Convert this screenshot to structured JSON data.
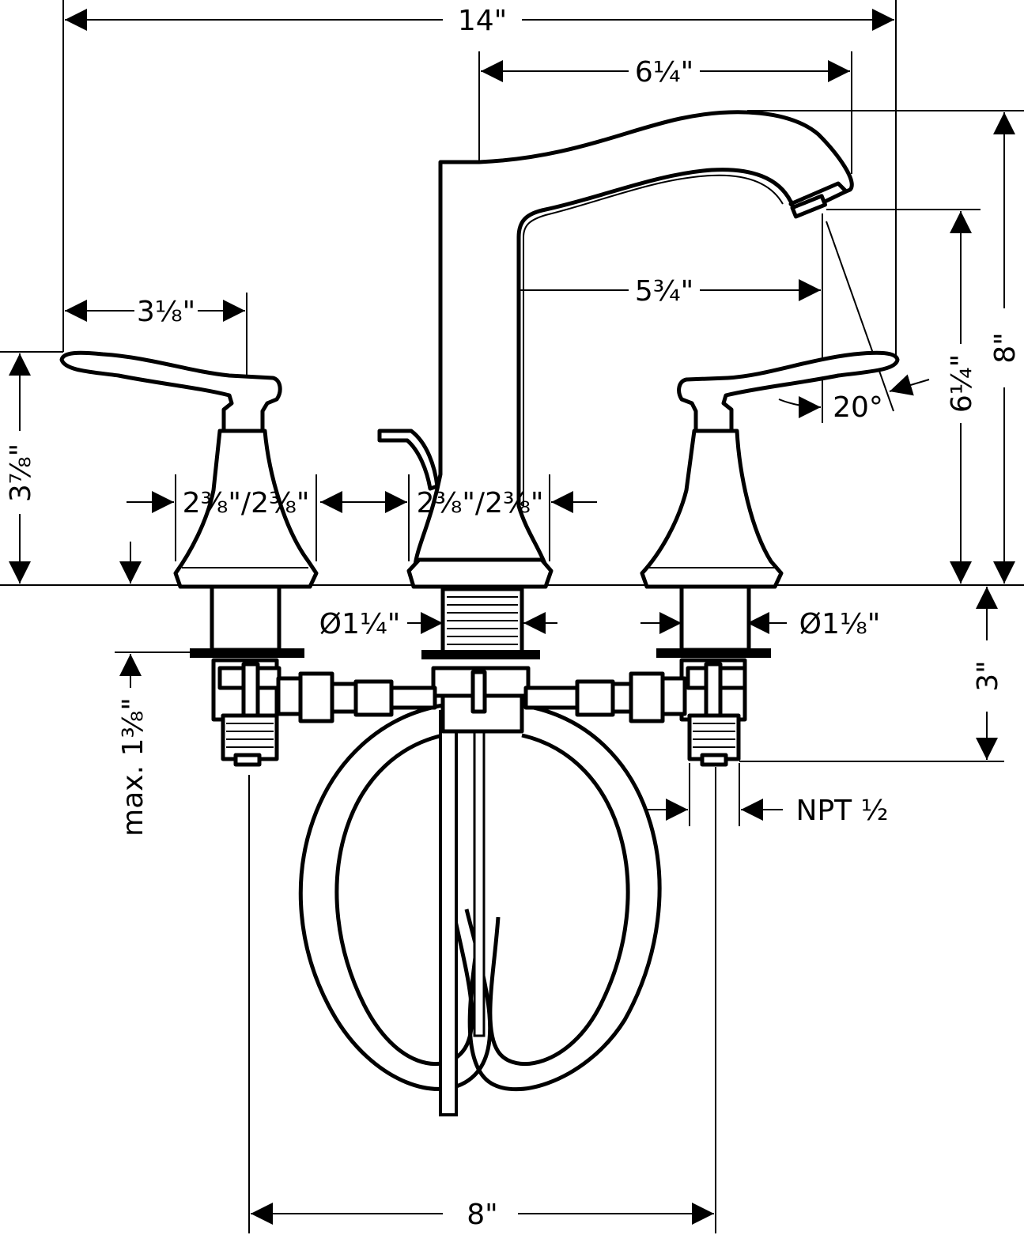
{
  "dimensions": {
    "overall_width": "14\"",
    "spout_reach": "6¼\"",
    "spout_center": "5¾\"",
    "handle_reach": "3⅛\"",
    "handle_height": "3⅞\"",
    "spout_height": "8\"",
    "aerator_height": "6¼\"",
    "angle": "20°",
    "handle_base_diameter": "2⅜\"/2⅜\"",
    "spout_base_diameter": "2⅜\"/2⅜\"",
    "spout_shank": "Ø1¼\"",
    "valve_shank": "Ø1⅛\"",
    "below_deck": "3\"",
    "max_deck": "max. 1⅜\"",
    "connection": "NPT ½",
    "center_spacing": "8\""
  },
  "colors": {
    "line": "#000000",
    "background": "#ffffff"
  }
}
